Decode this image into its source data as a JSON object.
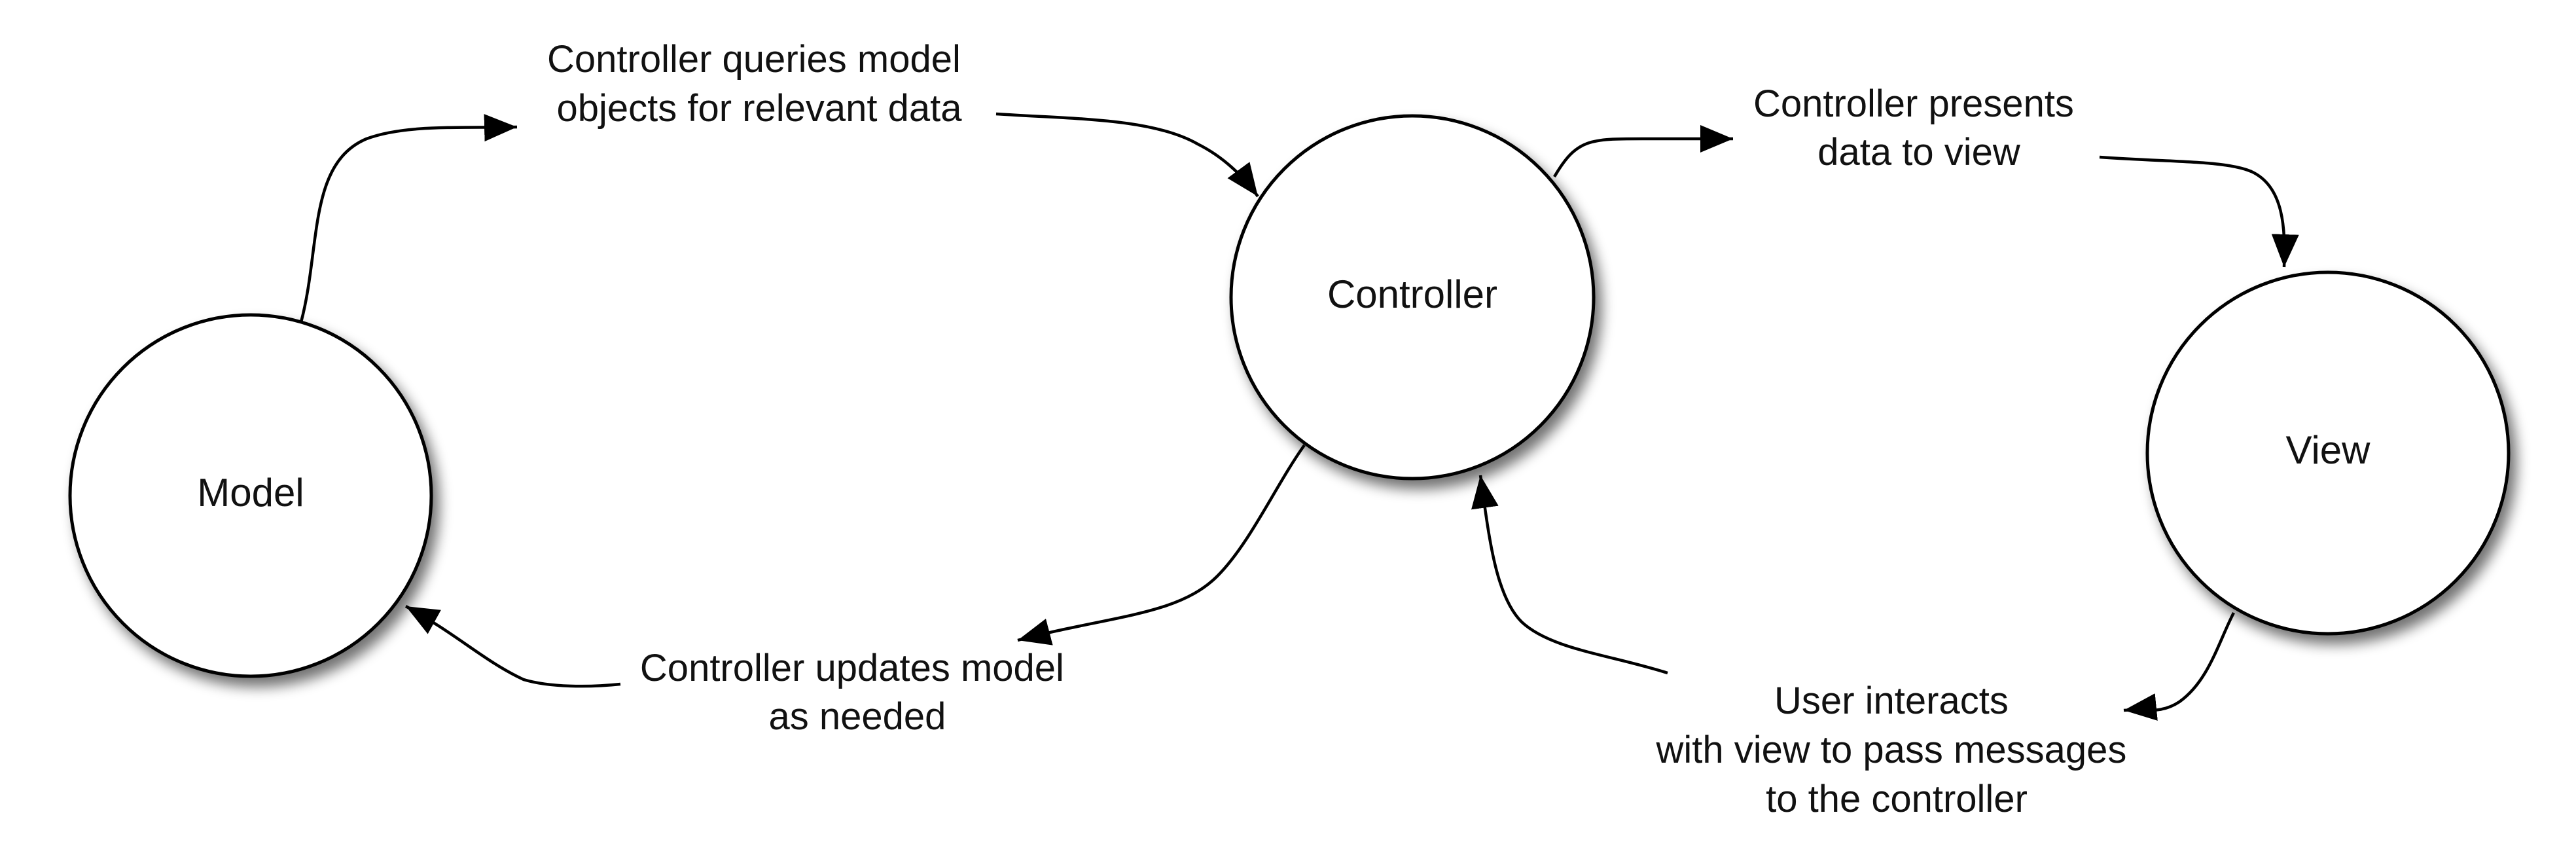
{
  "nodes": {
    "model": {
      "label": "Model"
    },
    "controller": {
      "label": "Controller"
    },
    "view": {
      "label": "View"
    }
  },
  "edges": {
    "queries": {
      "lines": [
        "Controller queries model",
        "objects for relevant data"
      ]
    },
    "presents": {
      "lines": [
        "Controller presents",
        "data to view"
      ]
    },
    "updates": {
      "lines": [
        "Controller updates model",
        "as needed"
      ]
    },
    "interacts": {
      "lines": [
        "User interacts",
        "with view to pass messages",
        "to the controller"
      ]
    }
  }
}
